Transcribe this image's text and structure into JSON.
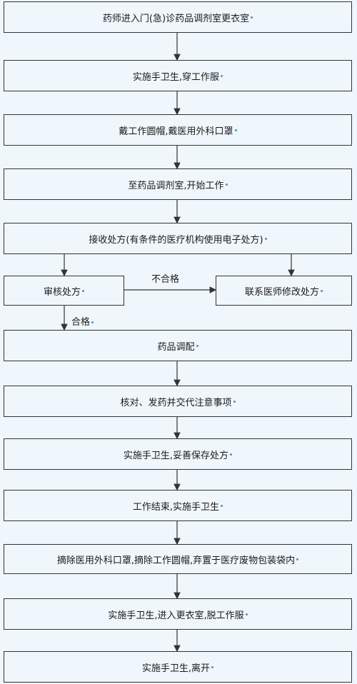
{
  "steps": {
    "s1": "药师进入门(急)诊药品调剂室更衣室",
    "s2": "实施手卫生,穿工作服",
    "s3": "戴工作圆帽,戴医用外科口罩",
    "s4": "至药品调剂室,开始工作",
    "s5": "接收处方(有条件的医疗机构使用电子处方)",
    "s6": "审核处方",
    "s7": "联系医师修改处方",
    "s8": "药品调配",
    "s9": "核对、发药并交代注意事项",
    "s10": "实施手卫生,妥善保存处方",
    "s11": "工作结束,实施手卫生",
    "s12": "摘除医用外科口罩,摘除工作圆帽,弃置于医疗废物包装袋内",
    "s13": "实施手卫生,进入更衣室,脱工作服",
    "s14": "实施手卫生,离开"
  },
  "labels": {
    "fail": "不合格",
    "pass": "合格"
  },
  "colors": {
    "background": "#f0f7fc",
    "border": "#333333",
    "marker": "#4a90d9"
  }
}
